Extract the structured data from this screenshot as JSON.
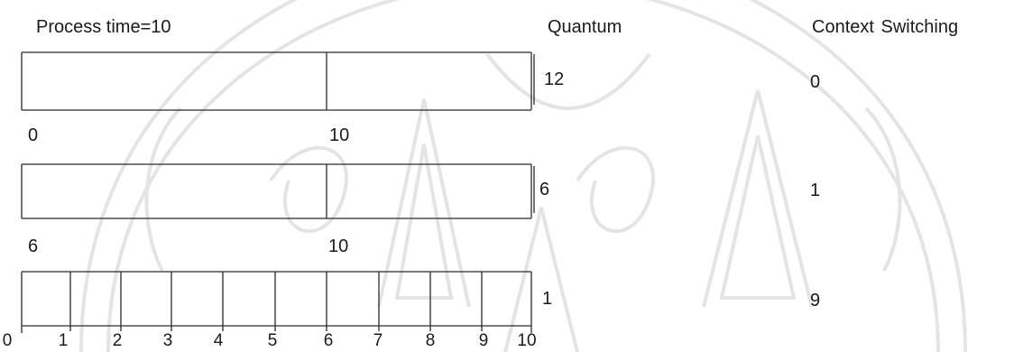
{
  "headers": {
    "process_time": "Process time=10",
    "quantum": "Quantum",
    "context_switching": "Context  Switching"
  },
  "rows": [
    {
      "quantum": "12",
      "context_switches": "0",
      "divisions": [
        0,
        6
      ],
      "labels": [
        "0",
        "10"
      ]
    },
    {
      "quantum": "6",
      "context_switches": "1",
      "divisions": [
        0,
        6
      ],
      "labels": [
        "6",
        "10"
      ]
    },
    {
      "quantum": "1",
      "context_switches": "9",
      "divisions": [
        0,
        1,
        2,
        3,
        4,
        5,
        6,
        7,
        8,
        9
      ],
      "labels": [
        "0",
        "1",
        "2",
        "3",
        "4",
        "5",
        "6",
        "7",
        "8",
        "9",
        "10"
      ]
    }
  ],
  "colors": {
    "line": "#2a2a2a",
    "text": "#1a1a1a",
    "watermark": "#e6e6e6"
  }
}
